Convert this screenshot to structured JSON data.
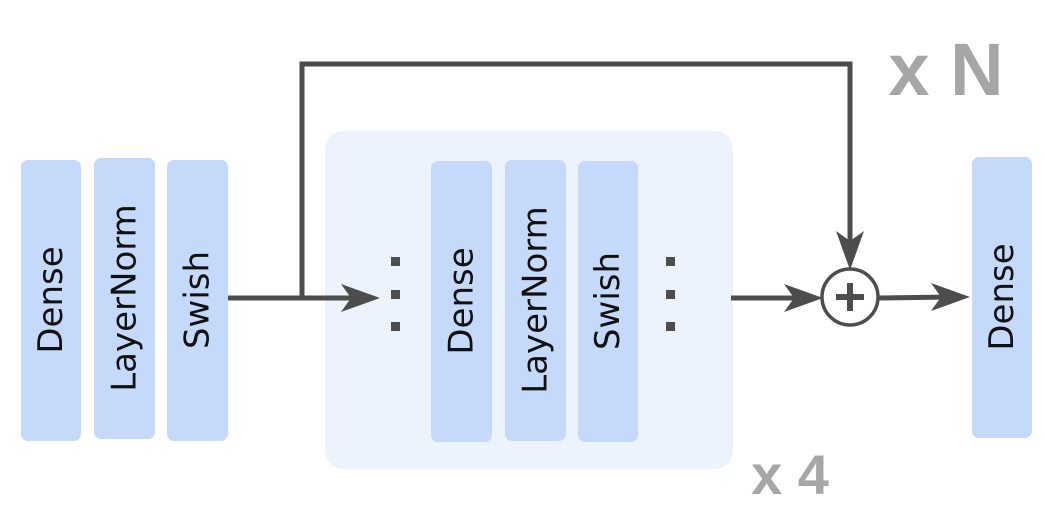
{
  "input_block": {
    "layers": [
      {
        "label": "Dense"
      },
      {
        "label": "LayerNorm"
      },
      {
        "label": "Swish"
      }
    ]
  },
  "residual_block": {
    "layers": [
      {
        "label": "Dense"
      },
      {
        "label": "LayerNorm"
      },
      {
        "label": "Swish"
      }
    ],
    "inner_repeat_label": "x 4",
    "outer_repeat_label": "x N"
  },
  "output_block": {
    "layers": [
      {
        "label": "Dense"
      }
    ]
  },
  "colors": {
    "layer_fill": "#c5d9fb",
    "inner_background": "#ecf3fd",
    "line": "#4d4d4d",
    "repeat_label": "#a6a6a6"
  },
  "icons": {
    "sum_node": "plus-circle-icon",
    "continuation": "vertical-ellipsis-icon"
  }
}
